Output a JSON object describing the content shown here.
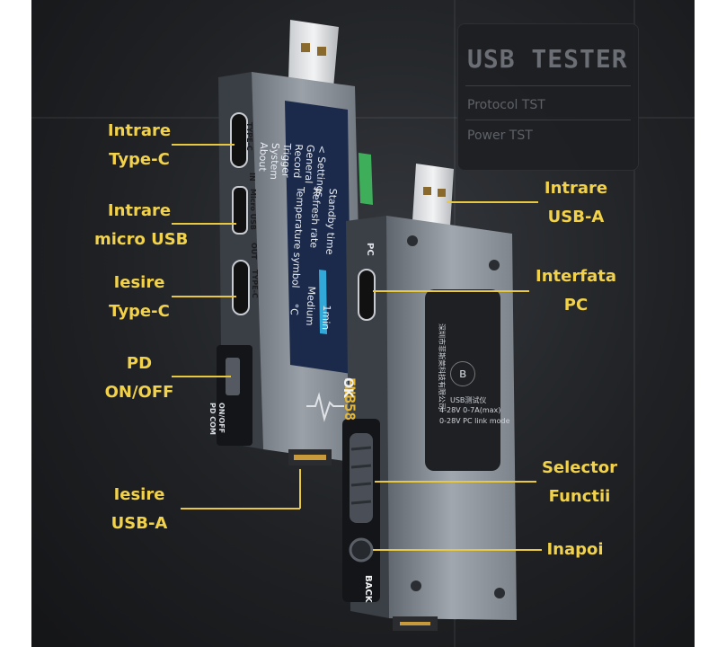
{
  "callouts": {
    "intrare_typec": [
      "Intrare",
      "Type-C"
    ],
    "intrare_micro": [
      "Intrare",
      "micro USB"
    ],
    "iesire_typec": [
      "Iesire",
      "Type-C"
    ],
    "pd_onoff": [
      "PD",
      "ON/OFF"
    ],
    "iesire_usba": [
      "Iesire",
      "USB-A"
    ],
    "intrare_usba": [
      "Intrare",
      "USB-A"
    ],
    "interfata_pc": [
      "Interfata",
      "PC"
    ],
    "selector": [
      "Selector",
      "Functii"
    ],
    "inapoi": [
      "Inapoi"
    ]
  },
  "panel": {
    "title": "USB TESTER",
    "line1": "Protocol TST",
    "line2": "Power TST"
  },
  "screen": {
    "menu": [
      "< Settings",
      "General",
      "Record",
      "Trigger",
      "System",
      "About"
    ],
    "settings": [
      "Standby time",
      "Refresh rate",
      "Temperature symbol"
    ],
    "values": [
      "1min",
      "Medium",
      "°C"
    ]
  },
  "device": {
    "model": "FNB58",
    "port_labels": [
      "TYPE-C",
      "Micro USB",
      "TYPE-C"
    ],
    "in_label": "IN",
    "out_label": "OUT",
    "pd_label": "PD COM",
    "pd_switch": "ON/OFF",
    "ok_label": "OK",
    "back_label": "BACK",
    "pc_label": "PC"
  },
  "sticker": {
    "company": "深圳市菲斯萊科技有限公司",
    "product": "USB测试仪",
    "spec1": "4-28V 0-7A(max)",
    "spec2": "0-28V PC link mode"
  },
  "colors": {
    "accent": "#f2d24a",
    "background": "#1f2124",
    "body": "#8e949c",
    "screen_bg": "#1b2a4a",
    "screen_highlight": "#3fae5a",
    "screen_bar": "#31a8d8"
  }
}
